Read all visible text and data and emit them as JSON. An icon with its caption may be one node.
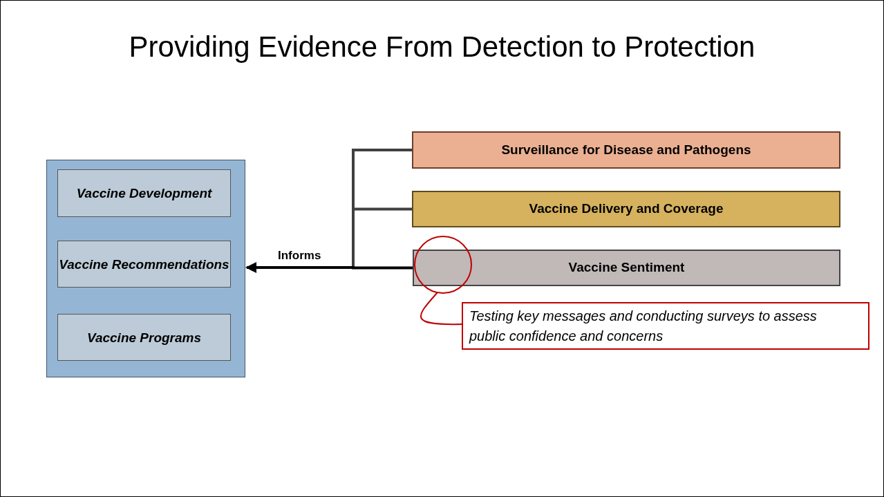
{
  "diagram": {
    "title": "Providing Evidence From Detection to Protection",
    "nodes": [
      {
        "text": [],
        "shape": "box"
      },
      {
        "text": [
          "Vaccine Development"
        ],
        "in": 0
      },
      {
        "text": [
          "Vaccine Recommendations"
        ],
        "in": 0
      },
      {
        "text": [
          "Vaccine Programs"
        ],
        "in": 0
      },
      {
        "text": [
          "Surveillance for Disease and Pathogens"
        ]
      },
      {
        "text": [
          "Vaccine Delivery and Coverage"
        ]
      },
      {
        "text": [
          "Vaccine Sentiment"
        ]
      },
      {
        "text": [],
        "shape": "circle"
      },
      {
        "text": [
          "Testing key messages and conducting surveys to assess public confidence and concerns"
        ]
      }
    ],
    "edges": [
      {
        "from": 4,
        "to": 0,
        "arrow": "to"
      },
      {
        "from": 5,
        "to": 0,
        "arrow": "to"
      },
      {
        "from": 6,
        "to": 0,
        "arrow": "to",
        "label": "Informs",
        "color": "#000000"
      },
      {
        "from": 8,
        "to": 7,
        "arrow": "none",
        "color": "#c00000"
      }
    ]
  }
}
